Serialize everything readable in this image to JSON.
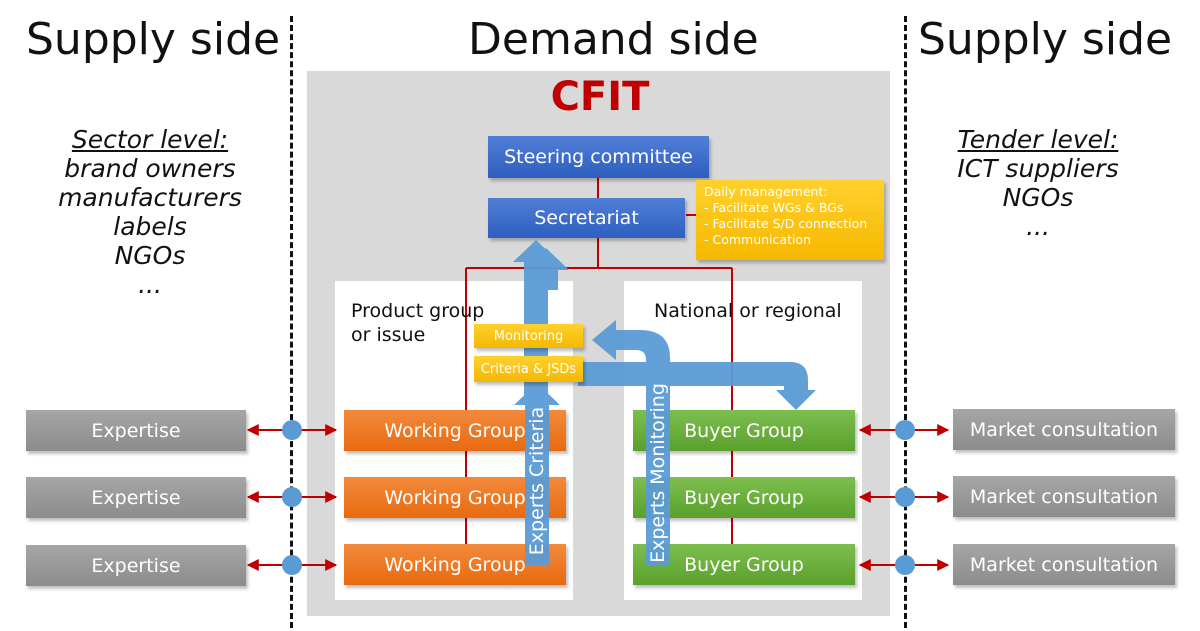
{
  "headers": {
    "left": "Supply side",
    "center": "Demand side",
    "right": "Supply side"
  },
  "cfit_title": "CFIT",
  "left_list": [
    "Sector level:",
    "brand owners",
    "manufacturers",
    "labels",
    "NGOs",
    "..."
  ],
  "right_list": [
    "Tender level:",
    "ICT suppliers",
    "NGOs",
    "..."
  ],
  "steering": "Steering committee",
  "secretariat": "Secretariat",
  "daily": [
    "Daily management:",
    "- Facilitate WGs & BGs",
    "- Facilitate S/D connection",
    "- Communication"
  ],
  "product_group": [
    "Product group",
    "or issue"
  ],
  "national": "National or regional",
  "monitoring": "Monitoring",
  "criteria": "Criteria & JSDs",
  "experts_criteria": "Experts Criteria",
  "experts_monitoring": "Experts Monitoring",
  "working_groups": [
    "Working Group",
    "Working Group",
    "Working Group"
  ],
  "buyer_groups": [
    "Buyer Group",
    "Buyer Group",
    "Buyer Group"
  ],
  "expertise": [
    "Expertise",
    "Expertise",
    "Expertise"
  ],
  "market": [
    "Market consultation",
    "Market consultation",
    "Market consultation"
  ],
  "colors": {
    "cfit": "#c00000",
    "blue": "#2f5fbf",
    "orange": "#e86a10",
    "green": "#5aa02c",
    "yellow": "#f5b800",
    "connector": "#c00000",
    "arrow": "#5b9bd5"
  }
}
